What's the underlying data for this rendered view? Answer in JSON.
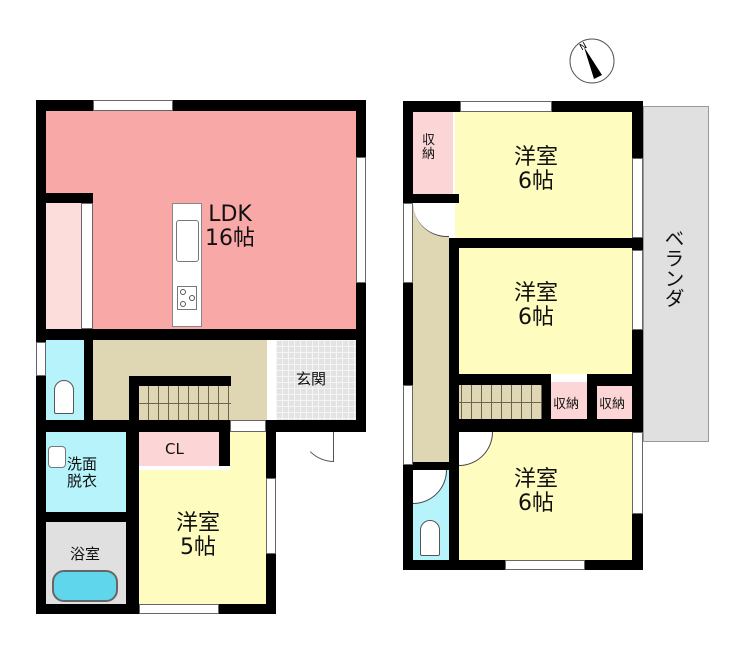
{
  "compass": {
    "label": "N",
    "icon": "north-arrow-icon"
  },
  "floor1": {
    "rooms": {
      "ldk": {
        "name": "LDK",
        "size": "16帖",
        "color": "#f9a8a8"
      },
      "entrance": {
        "name": "玄関",
        "color": "#e3e3e3"
      },
      "closet": {
        "name": "CL",
        "color": "#fcd6d6"
      },
      "western5": {
        "name": "洋室",
        "size": "5帖",
        "color": "#fffcbf"
      },
      "washroom": {
        "name_line1": "洗面",
        "name_line2": "脱衣",
        "color": "#b7f3fb"
      },
      "bath": {
        "name": "浴室",
        "color": "#e0e0e0"
      },
      "hall": {
        "color": "#dfd6b4"
      },
      "toilet": {
        "color": "#b7f3fb"
      }
    }
  },
  "floor2": {
    "rooms": {
      "western6a": {
        "name": "洋室",
        "size": "6帖",
        "color": "#fffcbf"
      },
      "western6b": {
        "name": "洋室",
        "size": "6帖",
        "color": "#fffcbf"
      },
      "western6c": {
        "name": "洋室",
        "size": "6帖",
        "color": "#fffcbf"
      },
      "storage_top": {
        "name_line1": "収",
        "name_line2": "納",
        "color": "#fcd6d6"
      },
      "storage_mid1": {
        "name": "収納",
        "color": "#fcd6d6"
      },
      "storage_mid2": {
        "name": "収納",
        "color": "#fcd6d6"
      },
      "veranda": {
        "name": "ベランダ",
        "color": "#e0e0e0"
      },
      "hall": {
        "color": "#dfd6b4"
      },
      "toilet": {
        "color": "#b7f3fb"
      }
    }
  }
}
